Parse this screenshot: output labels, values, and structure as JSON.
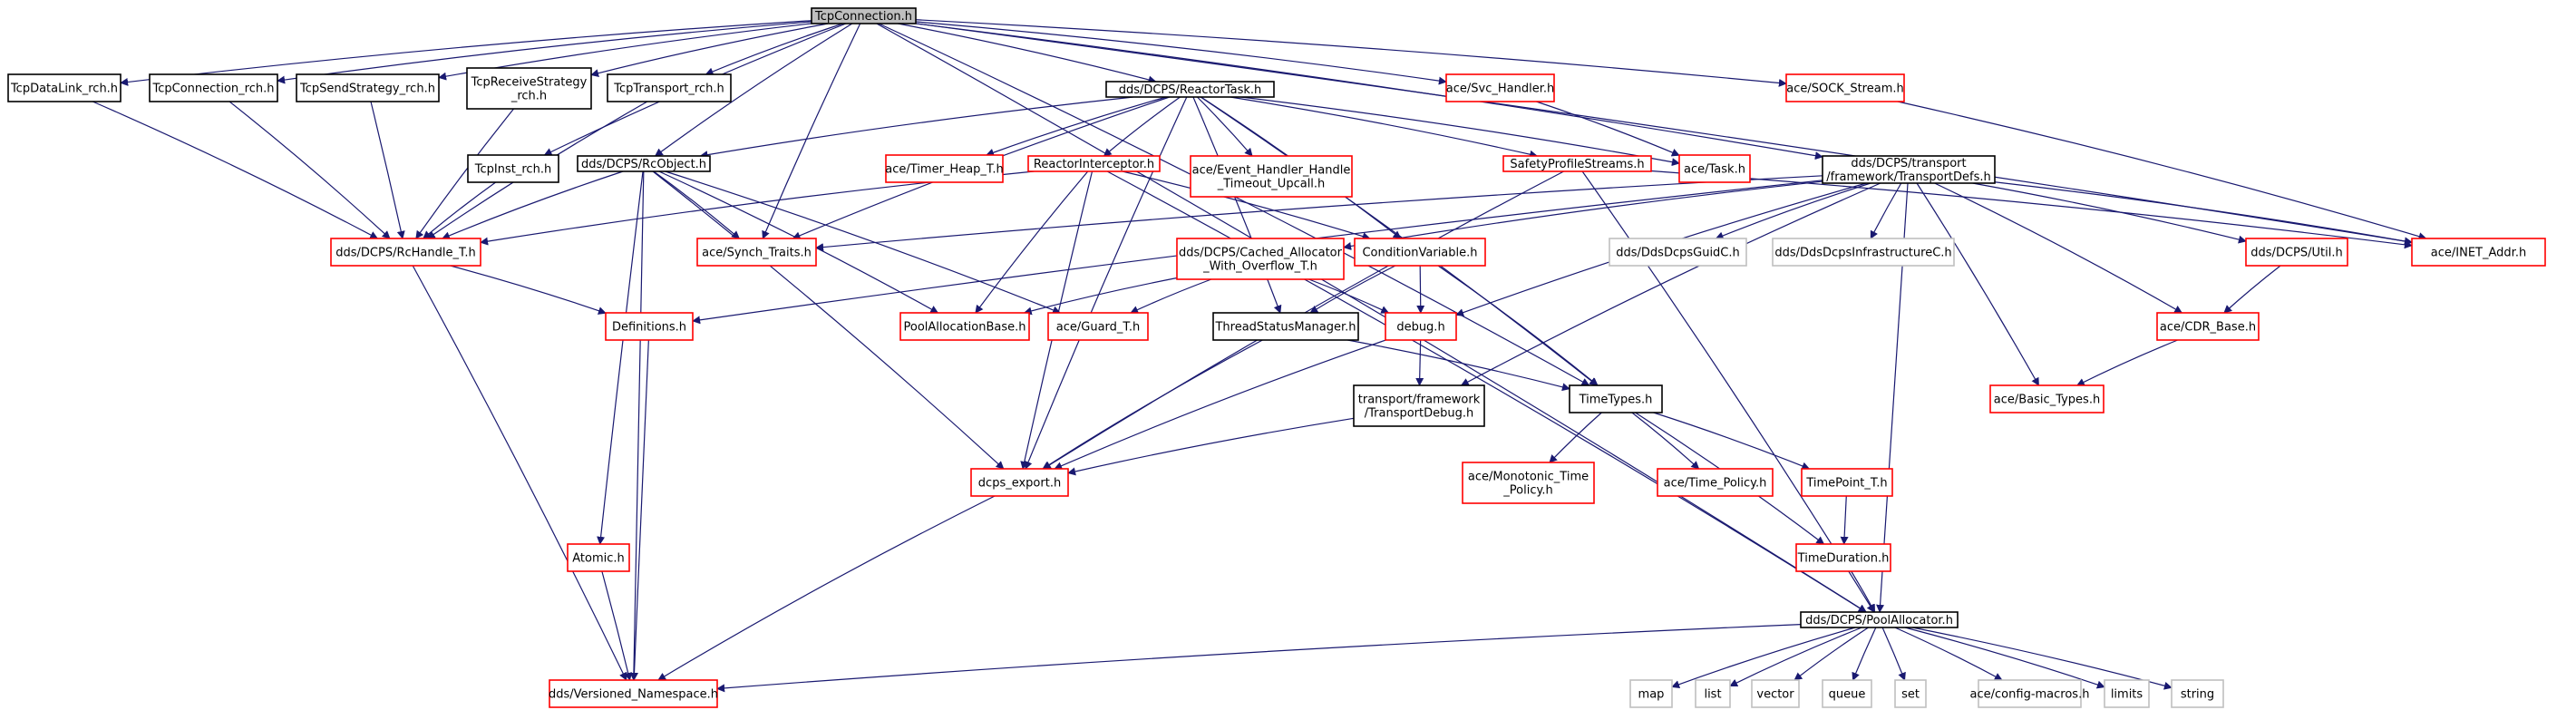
{
  "colors": {
    "edge": "#191970",
    "root_fill": "#bfbfbf",
    "root_border": "#000000",
    "linked_border": "#000000",
    "missing_border": "#ff0000",
    "external_border": "#bfbfbf"
  },
  "nodes": [
    {
      "id": "root",
      "lines": [
        "TcpConnection.h"
      ],
      "kind": "root"
    },
    {
      "id": "tdlr",
      "lines": [
        "TcpDataLink_rch.h"
      ],
      "kind": "linked"
    },
    {
      "id": "tcr",
      "lines": [
        "TcpConnection_rch.h"
      ],
      "kind": "linked"
    },
    {
      "id": "tssr",
      "lines": [
        "TcpSendStrategy_rch.h"
      ],
      "kind": "linked"
    },
    {
      "id": "trsr",
      "lines": [
        "TcpReceiveStrategy",
        "_rch.h"
      ],
      "kind": "linked"
    },
    {
      "id": "ttr",
      "lines": [
        "TcpTransport_rch.h"
      ],
      "kind": "linked"
    },
    {
      "id": "tir",
      "lines": [
        "TcpInst_rch.h"
      ],
      "kind": "linked"
    },
    {
      "id": "reactortask",
      "lines": [
        "dds/DCPS/ReactorTask.h"
      ],
      "kind": "linked"
    },
    {
      "id": "svch",
      "lines": [
        "ace/Svc_Handler.h"
      ],
      "kind": "missing"
    },
    {
      "id": "sockstream",
      "lines": [
        "ace/SOCK_Stream.h"
      ],
      "kind": "missing"
    },
    {
      "id": "rcobject",
      "lines": [
        "dds/DCPS/RcObject.h"
      ],
      "kind": "linked"
    },
    {
      "id": "timerheap",
      "lines": [
        "ace/Timer_Heap_T.h"
      ],
      "kind": "missing"
    },
    {
      "id": "reactorint",
      "lines": [
        "ReactorInterceptor.h"
      ],
      "kind": "missing"
    },
    {
      "id": "eventhandler",
      "lines": [
        "ace/Event_Handler_Handle",
        "_Timeout_Upcall.h"
      ],
      "kind": "missing"
    },
    {
      "id": "safety",
      "lines": [
        "SafetyProfileStreams.h"
      ],
      "kind": "missing"
    },
    {
      "id": "task",
      "lines": [
        "ace/Task.h"
      ],
      "kind": "missing"
    },
    {
      "id": "transportdefs",
      "lines": [
        "dds/DCPS/transport",
        "/framework/TransportDefs.h"
      ],
      "kind": "linked"
    },
    {
      "id": "rchandle",
      "lines": [
        "dds/DCPS/RcHandle_T.h"
      ],
      "kind": "missing"
    },
    {
      "id": "synch",
      "lines": [
        "ace/Synch_Traits.h"
      ],
      "kind": "missing"
    },
    {
      "id": "cachedalloc",
      "lines": [
        "dds/DCPS/Cached_Allocator",
        "_With_Overflow_T.h"
      ],
      "kind": "missing"
    },
    {
      "id": "condvar",
      "lines": [
        "ConditionVariable.h"
      ],
      "kind": "missing"
    },
    {
      "id": "guidc",
      "lines": [
        "dds/DdsDcpsGuidC.h"
      ],
      "kind": "external"
    },
    {
      "id": "infrac",
      "lines": [
        "dds/DdsDcpsInfrastructureC.h"
      ],
      "kind": "external"
    },
    {
      "id": "util",
      "lines": [
        "dds/DCPS/Util.h"
      ],
      "kind": "missing"
    },
    {
      "id": "inetaddr",
      "lines": [
        "ace/INET_Addr.h"
      ],
      "kind": "missing"
    },
    {
      "id": "definitions",
      "lines": [
        "Definitions.h"
      ],
      "kind": "missing"
    },
    {
      "id": "poolallocbase",
      "lines": [
        "PoolAllocationBase.h"
      ],
      "kind": "missing"
    },
    {
      "id": "guard",
      "lines": [
        "ace/Guard_T.h"
      ],
      "kind": "missing"
    },
    {
      "id": "threadstatus",
      "lines": [
        "ThreadStatusManager.h"
      ],
      "kind": "linked"
    },
    {
      "id": "debug",
      "lines": [
        "debug.h"
      ],
      "kind": "missing"
    },
    {
      "id": "cdrbase",
      "lines": [
        "ace/CDR_Base.h"
      ],
      "kind": "missing"
    },
    {
      "id": "transportdebug",
      "lines": [
        "transport/framework",
        "/TransportDebug.h"
      ],
      "kind": "linked"
    },
    {
      "id": "timetypes",
      "lines": [
        "TimeTypes.h"
      ],
      "kind": "linked"
    },
    {
      "id": "basictypes",
      "lines": [
        "ace/Basic_Types.h"
      ],
      "kind": "missing"
    },
    {
      "id": "dcpsexport",
      "lines": [
        "dcps_export.h"
      ],
      "kind": "missing"
    },
    {
      "id": "monotonic",
      "lines": [
        "ace/Monotonic_Time",
        "_Policy.h"
      ],
      "kind": "missing"
    },
    {
      "id": "timepolicy",
      "lines": [
        "ace/Time_Policy.h"
      ],
      "kind": "missing"
    },
    {
      "id": "timepoint",
      "lines": [
        "TimePoint_T.h"
      ],
      "kind": "missing"
    },
    {
      "id": "atomic",
      "lines": [
        "Atomic.h"
      ],
      "kind": "missing"
    },
    {
      "id": "timeduration",
      "lines": [
        "TimeDuration.h"
      ],
      "kind": "missing"
    },
    {
      "id": "poolallocator",
      "lines": [
        "dds/DCPS/PoolAllocator.h"
      ],
      "kind": "linked"
    },
    {
      "id": "versioned",
      "lines": [
        "dds/Versioned_Namespace.h"
      ],
      "kind": "missing"
    },
    {
      "id": "map",
      "lines": [
        "map"
      ],
      "kind": "external"
    },
    {
      "id": "list",
      "lines": [
        "list"
      ],
      "kind": "external"
    },
    {
      "id": "vector",
      "lines": [
        "vector"
      ],
      "kind": "external"
    },
    {
      "id": "queue",
      "lines": [
        "queue"
      ],
      "kind": "external"
    },
    {
      "id": "set",
      "lines": [
        "set"
      ],
      "kind": "external"
    },
    {
      "id": "configmacros",
      "lines": [
        "ace/config-macros.h"
      ],
      "kind": "external"
    },
    {
      "id": "limits",
      "lines": [
        "limits"
      ],
      "kind": "external"
    },
    {
      "id": "string",
      "lines": [
        "string"
      ],
      "kind": "external"
    }
  ],
  "edges": [
    [
      "root",
      "tdlr"
    ],
    [
      "root",
      "tcr"
    ],
    [
      "root",
      "tssr"
    ],
    [
      "root",
      "trsr"
    ],
    [
      "root",
      "ttr"
    ],
    [
      "root",
      "tir"
    ],
    [
      "root",
      "reactortask"
    ],
    [
      "root",
      "svch"
    ],
    [
      "root",
      "sockstream"
    ],
    [
      "root",
      "rcobject"
    ],
    [
      "root",
      "synch"
    ],
    [
      "root",
      "transportdefs"
    ],
    [
      "root",
      "inetaddr"
    ],
    [
      "root",
      "timetypes"
    ],
    [
      "root",
      "poolallocator"
    ],
    [
      "tdlr",
      "rchandle"
    ],
    [
      "tcr",
      "rchandle"
    ],
    [
      "tssr",
      "rchandle"
    ],
    [
      "trsr",
      "rchandle"
    ],
    [
      "ttr",
      "rchandle"
    ],
    [
      "tir",
      "rchandle"
    ],
    [
      "reactortask",
      "rcobject"
    ],
    [
      "reactortask",
      "timerheap"
    ],
    [
      "reactortask",
      "reactorint"
    ],
    [
      "reactortask",
      "eventhandler"
    ],
    [
      "reactortask",
      "safety"
    ],
    [
      "reactortask",
      "task"
    ],
    [
      "reactortask",
      "synch"
    ],
    [
      "reactortask",
      "condvar"
    ],
    [
      "reactortask",
      "timetypes"
    ],
    [
      "reactortask",
      "threadstatus"
    ],
    [
      "reactortask",
      "dcpsexport"
    ],
    [
      "svch",
      "task"
    ],
    [
      "sockstream",
      "inetaddr"
    ],
    [
      "rcobject",
      "rchandle"
    ],
    [
      "rcobject",
      "synch"
    ],
    [
      "rcobject",
      "poolallocbase"
    ],
    [
      "rcobject",
      "guard"
    ],
    [
      "rcobject",
      "atomic"
    ],
    [
      "rcobject",
      "dcpsexport"
    ],
    [
      "rcobject",
      "versioned"
    ],
    [
      "reactorint",
      "rchandle"
    ],
    [
      "reactorint",
      "poolallocbase"
    ],
    [
      "reactorint",
      "condvar"
    ],
    [
      "reactorint",
      "dcpsexport"
    ],
    [
      "reactorint",
      "poolallocator"
    ],
    [
      "safety",
      "inetaddr"
    ],
    [
      "safety",
      "dcpsexport"
    ],
    [
      "safety",
      "poolallocator"
    ],
    [
      "transportdefs",
      "synch"
    ],
    [
      "transportdefs",
      "cachedalloc"
    ],
    [
      "transportdefs",
      "guidc"
    ],
    [
      "transportdefs",
      "infrac"
    ],
    [
      "transportdefs",
      "util"
    ],
    [
      "transportdefs",
      "inetaddr"
    ],
    [
      "transportdefs",
      "definitions"
    ],
    [
      "transportdefs",
      "debug"
    ],
    [
      "transportdefs",
      "cdrbase"
    ],
    [
      "transportdefs",
      "transportdebug"
    ],
    [
      "transportdefs",
      "basictypes"
    ],
    [
      "transportdefs",
      "poolallocator"
    ],
    [
      "rchandle",
      "definitions"
    ],
    [
      "rchandle",
      "versioned"
    ],
    [
      "cachedalloc",
      "poolallocbase"
    ],
    [
      "cachedalloc",
      "guard"
    ],
    [
      "cachedalloc",
      "debug"
    ],
    [
      "condvar",
      "threadstatus"
    ],
    [
      "condvar",
      "debug"
    ],
    [
      "condvar",
      "timetypes"
    ],
    [
      "util",
      "cdrbase"
    ],
    [
      "cdrbase",
      "basictypes"
    ],
    [
      "definitions",
      "versioned"
    ],
    [
      "threadstatus",
      "timetypes"
    ],
    [
      "threadstatus",
      "dcpsexport"
    ],
    [
      "debug",
      "transportdebug"
    ],
    [
      "debug",
      "dcpsexport"
    ],
    [
      "transportdebug",
      "dcpsexport"
    ],
    [
      "timetypes",
      "monotonic"
    ],
    [
      "timetypes",
      "timepolicy"
    ],
    [
      "timetypes",
      "timepoint"
    ],
    [
      "timetypes",
      "timeduration"
    ],
    [
      "timepoint",
      "timeduration"
    ],
    [
      "timeduration",
      "poolallocator"
    ],
    [
      "atomic",
      "versioned"
    ],
    [
      "dcpsexport",
      "versioned"
    ],
    [
      "poolallocator",
      "versioned"
    ],
    [
      "poolallocator",
      "map"
    ],
    [
      "poolallocator",
      "list"
    ],
    [
      "poolallocator",
      "vector"
    ],
    [
      "poolallocator",
      "queue"
    ],
    [
      "poolallocator",
      "set"
    ],
    [
      "poolallocator",
      "configmacros"
    ],
    [
      "poolallocator",
      "limits"
    ],
    [
      "poolallocator",
      "string"
    ]
  ]
}
